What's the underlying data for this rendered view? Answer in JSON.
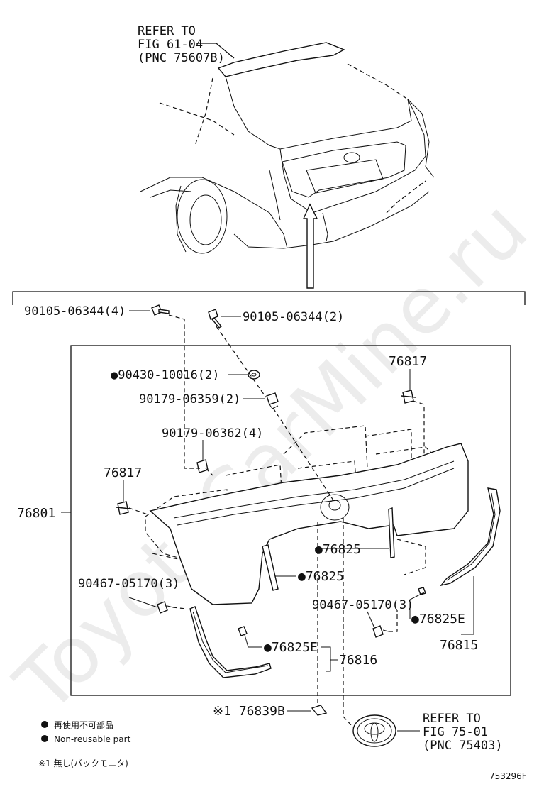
{
  "refer_top": [
    "REFER TO",
    "FIG 61-04",
    "(PNC 75607B)"
  ],
  "refer_bottom": [
    "REFER TO",
    "FIG 75-01",
    "(PNC 75403)"
  ],
  "labels": {
    "bolt_left": "90105-06344(4)",
    "bolt_right": "90105-06344(2)",
    "washer": "●90430-10016(2)",
    "nut_upper": "90179-06359(2)",
    "nut_lower": "90179-06362(4)",
    "clip_right": "76817",
    "clip_left": "76817",
    "garnish": "76801",
    "seal_center": "●76825",
    "seal_left": "●76825",
    "screw_left": "90467-05170(3)",
    "screw_right": "90467-05170(3)",
    "tape_right": "●76825E",
    "tape_left": "●76825E",
    "moulding_right": "76815",
    "moulding_left": "76816",
    "bracket": "※1 76839B"
  },
  "legend": {
    "jp": "再使用不可部品",
    "en": "Non-reusable part",
    "note": "※1 無し(バックモニタ)"
  },
  "figure_code": "753296F",
  "watermark": "ToyotaCarMine.ru"
}
